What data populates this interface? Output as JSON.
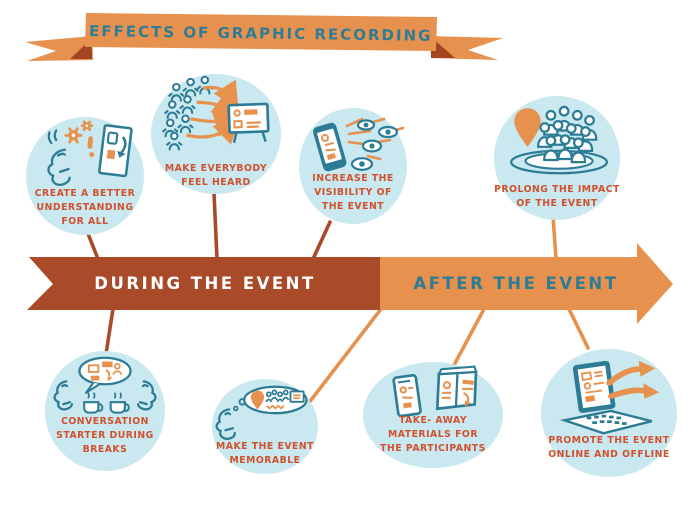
{
  "banner": {
    "title": "EFFECTS OF GRAPHIC RECORDING"
  },
  "timeline": {
    "during_label": "DURING THE EVENT",
    "after_label": "AFTER THE EVENT"
  },
  "colors": {
    "orange": "#E6914D",
    "dark_red": "#A94A28",
    "teal": "#2D7C96",
    "bubble_blue": "#CAE8EF",
    "caption_red": "#D0512E",
    "white": "#FFFFFF"
  },
  "bubbles": [
    {
      "name": "create-better-understanding",
      "phase": "during",
      "row": "top",
      "icon": "speaking-head-gears-flipchart-icon",
      "lines": [
        "CREATE A BETTER",
        "UNDERSTANDING",
        "FOR ALL"
      ]
    },
    {
      "name": "make-everybody-feel-heard",
      "phase": "during",
      "row": "top",
      "icon": "crowd-arrows-whiteboard-icon",
      "lines": [
        "MAKE EVERYBODY",
        "FEEL HEARD"
      ]
    },
    {
      "name": "increase-visibility",
      "phase": "during",
      "row": "top",
      "icon": "phone-eyes-rays-icon",
      "lines": [
        "INCREASE THE",
        "VISIBILITY OF",
        "THE EVENT"
      ]
    },
    {
      "name": "prolong-impact",
      "phase": "after",
      "row": "top",
      "icon": "map-pin-crowd-ripples-icon",
      "lines": [
        "PROLONG THE IMPACT",
        "OF THE EVENT"
      ]
    },
    {
      "name": "conversation-starter",
      "phase": "during",
      "row": "bottom",
      "icon": "talking-heads-speech-bubble-coffee-icon",
      "lines": [
        "CONVERSATION",
        "STARTER DURING",
        "BREAKS"
      ]
    },
    {
      "name": "make-event-memorable",
      "phase": "during",
      "row": "bottom",
      "icon": "head-thought-bubble-icon",
      "lines": [
        "MAKE THE EVENT",
        "MEMORABLE"
      ]
    },
    {
      "name": "take-away-materials",
      "phase": "after",
      "row": "bottom",
      "icon": "phone-brochure-icon",
      "lines": [
        "TAKE- AWAY",
        "MATERIALS FOR",
        "THE PARTICIPANTS"
      ]
    },
    {
      "name": "promote-event",
      "phase": "after",
      "row": "bottom",
      "icon": "laptop-share-arrows-icon",
      "lines": [
        "PROMOTE THE EVENT",
        "ONLINE AND OFFLINE"
      ]
    }
  ]
}
